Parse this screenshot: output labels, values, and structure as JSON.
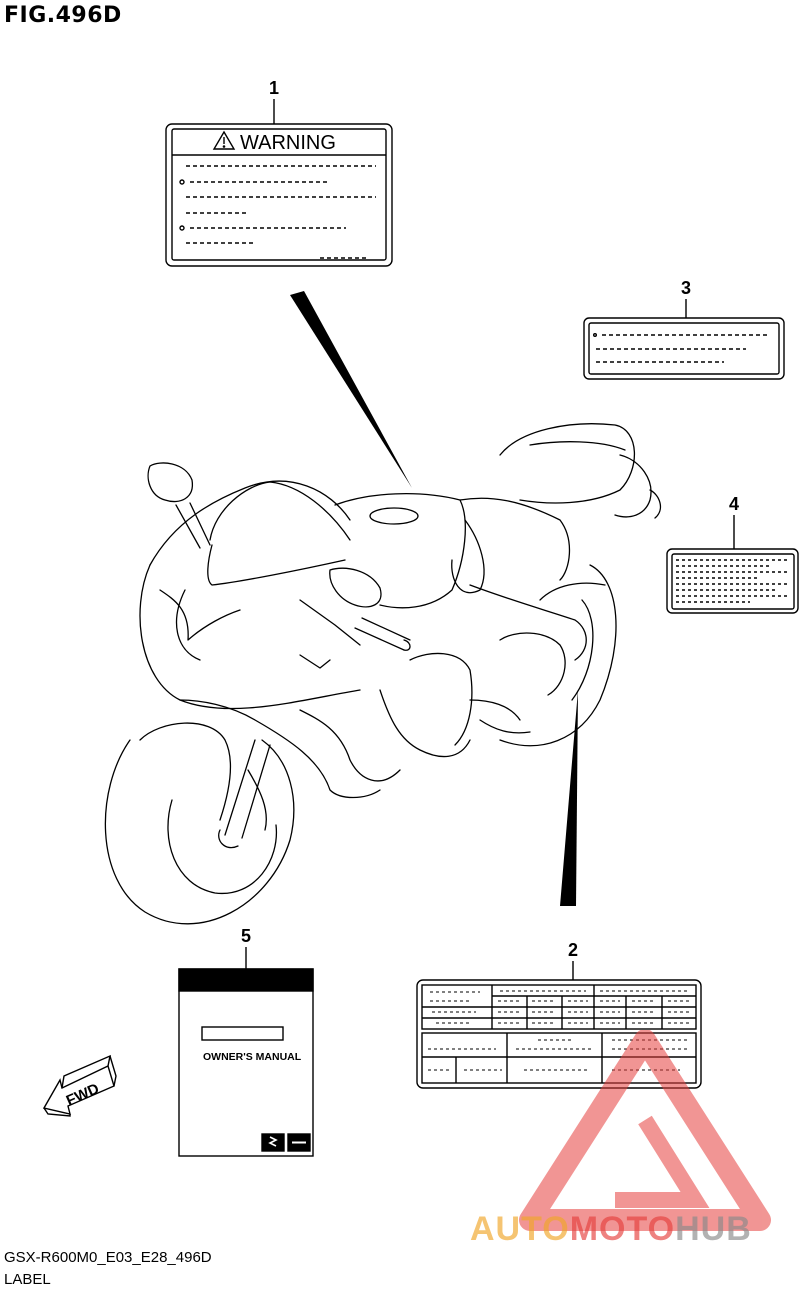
{
  "figure": {
    "title": "FIG.496D",
    "code": "GSX-R600M0_E03_E28_496D",
    "section": "LABEL"
  },
  "parts": [
    {
      "callout": "1",
      "label_text": "WARNING"
    },
    {
      "callout": "2"
    },
    {
      "callout": "3"
    },
    {
      "callout": "4"
    },
    {
      "callout": "5",
      "label_text": "OWNER'S MANUAL",
      "logo_text": "SUZUKI"
    }
  ],
  "direction_arrow": "FWD",
  "watermark": {
    "brand_part1": "AUTO",
    "brand_part2": "MOTO",
    "brand_part3": "HUB",
    "colors": {
      "red": "#e6403d",
      "orange": "#f0a628",
      "gray": "#8a8a8a"
    }
  },
  "icons": [
    "warning-triangle-icon",
    "suzuki-logo-icon",
    "fwd-arrow-icon"
  ]
}
